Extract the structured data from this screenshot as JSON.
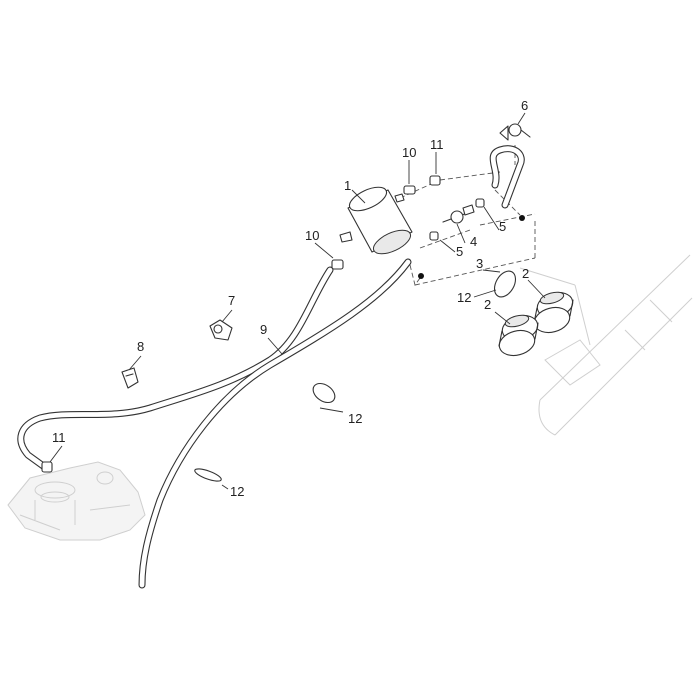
{
  "callouts": {
    "c1": "1",
    "c2a": "2",
    "c2b": "2",
    "c3": "3",
    "c4": "4",
    "c5a": "5",
    "c5b": "5",
    "c6": "6",
    "c7": "7",
    "c8": "8",
    "c9": "9",
    "c10a": "10",
    "c10b": "10",
    "c11a": "11",
    "c11b": "11",
    "c12a": "12",
    "c12b": "12",
    "c12c": "12"
  }
}
